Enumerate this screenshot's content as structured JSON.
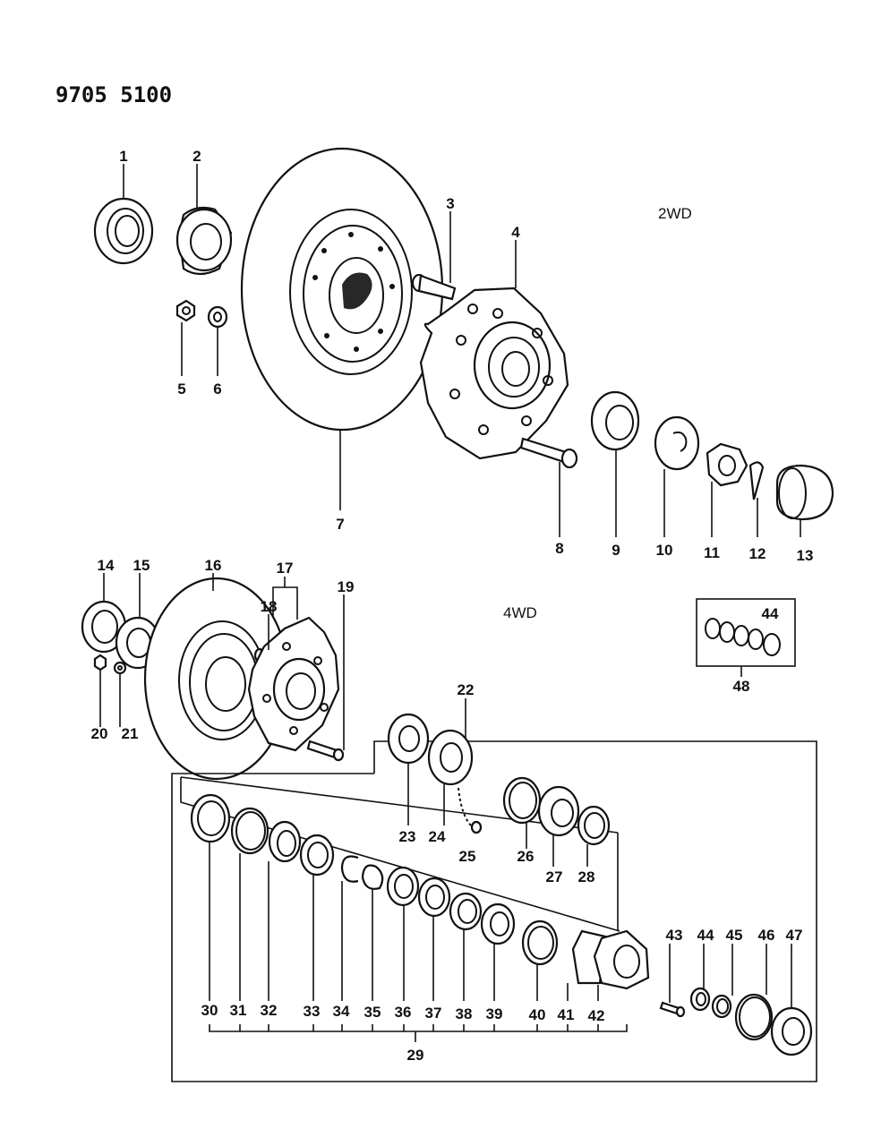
{
  "header": {
    "code": "9705  5100"
  },
  "sections": {
    "upper": "2WD",
    "lower": "4WD"
  },
  "callouts": [
    "1",
    "2",
    "3",
    "4",
    "5",
    "6",
    "7",
    "8",
    "9",
    "10",
    "11",
    "12",
    "13",
    "14",
    "15",
    "16",
    "17",
    "18",
    "19",
    "20",
    "21",
    "22",
    "23",
    "24",
    "25",
    "26",
    "27",
    "28",
    "29",
    "30",
    "31",
    "32",
    "33",
    "34",
    "35",
    "36",
    "37",
    "38",
    "39",
    "40",
    "41",
    "42",
    "43",
    "44",
    "45",
    "46",
    "47",
    "48"
  ],
  "kit_box": {
    "inner_label": "44",
    "outer_label": "48"
  }
}
